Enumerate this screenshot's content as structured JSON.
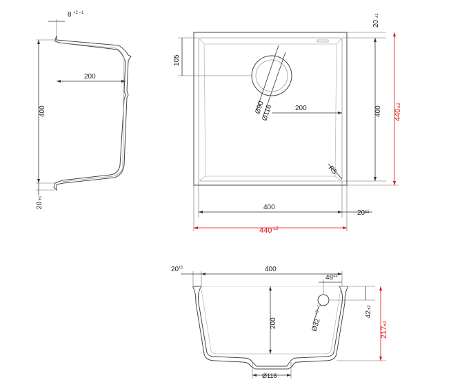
{
  "side_section": {
    "wall_thickness": "8",
    "wall_tol": "+2 −1",
    "width": "200",
    "height": "400",
    "rim": "20",
    "rim_tol": "±1"
  },
  "top_view": {
    "rim_top": "20",
    "rim_top_tol": "±1",
    "drain_offset": "105",
    "drain_inner": "Ø90",
    "drain_outer": "Ø116",
    "drain_to_edge": "200",
    "inner_height": "400",
    "outer_height": "440",
    "outer_height_tol": "±2",
    "corner_radius": "R5",
    "inner_width": "400",
    "rim_right": "20",
    "rim_right_tol": "±1",
    "outer_width": "440",
    "outer_width_tol": "±2"
  },
  "front_section": {
    "rim": "20",
    "rim_tol": "±1",
    "width": "400",
    "overflow_offset": "48",
    "overflow_offset_tol": "±3",
    "overflow_diameter": "Ø32",
    "overflow_diameter_tol": "+2 −1",
    "overflow_height": "42",
    "overflow_height_tol": "±2",
    "depth": "200",
    "total_depth": "217",
    "total_depth_tol": "±2",
    "drain_diameter": "Ø118"
  },
  "colors": {
    "dimension_line": "#333333",
    "highlight": "#e01010"
  }
}
